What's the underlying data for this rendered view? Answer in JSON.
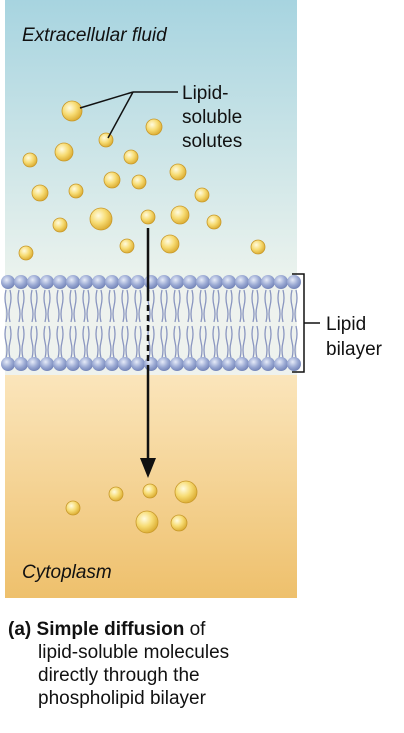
{
  "labels": {
    "top_region": "Extracellular fluid",
    "bottom_region": "Cytoplasm",
    "solutes_line1": "Lipid-",
    "solutes_line2": "soluble",
    "solutes_line3": "solutes",
    "bilayer_line1": "Lipid",
    "bilayer_line2": "bilayer"
  },
  "caption": {
    "letter": "(a)",
    "title": "Simple diffusion",
    "rest_first": " of",
    "line2": "lipid-soluble molecules",
    "line3": "directly through the",
    "line4": "phospholipid bilayer"
  },
  "colors": {
    "extracellular_top": "#a7d4e0",
    "extracellular_bottom": "#e8f1ea",
    "cytoplasm_top": "#fbe3b4",
    "cytoplasm_bottom": "#efc16c",
    "phospholipid_head": "#9aa9d3",
    "solute": "#f4d25e",
    "arrow": "#111111"
  }
}
